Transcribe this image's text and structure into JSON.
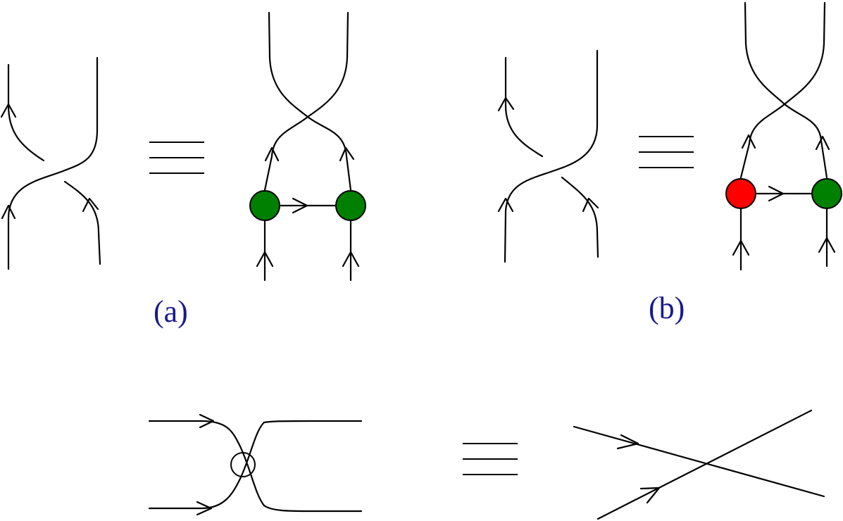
{
  "labels": {
    "a": "(a)",
    "b": "(b)"
  },
  "colors": {
    "stroke": "#000000",
    "label": "#1a1a8c",
    "vertex_green": "#008000",
    "vertex_red": "#ff0000"
  },
  "figure_a_vertices": [
    "green",
    "green"
  ],
  "figure_b_vertices": [
    "red",
    "green"
  ],
  "icons": [
    "arrow-head",
    "equivalence-symbol",
    "virtual-crossing-circle"
  ]
}
